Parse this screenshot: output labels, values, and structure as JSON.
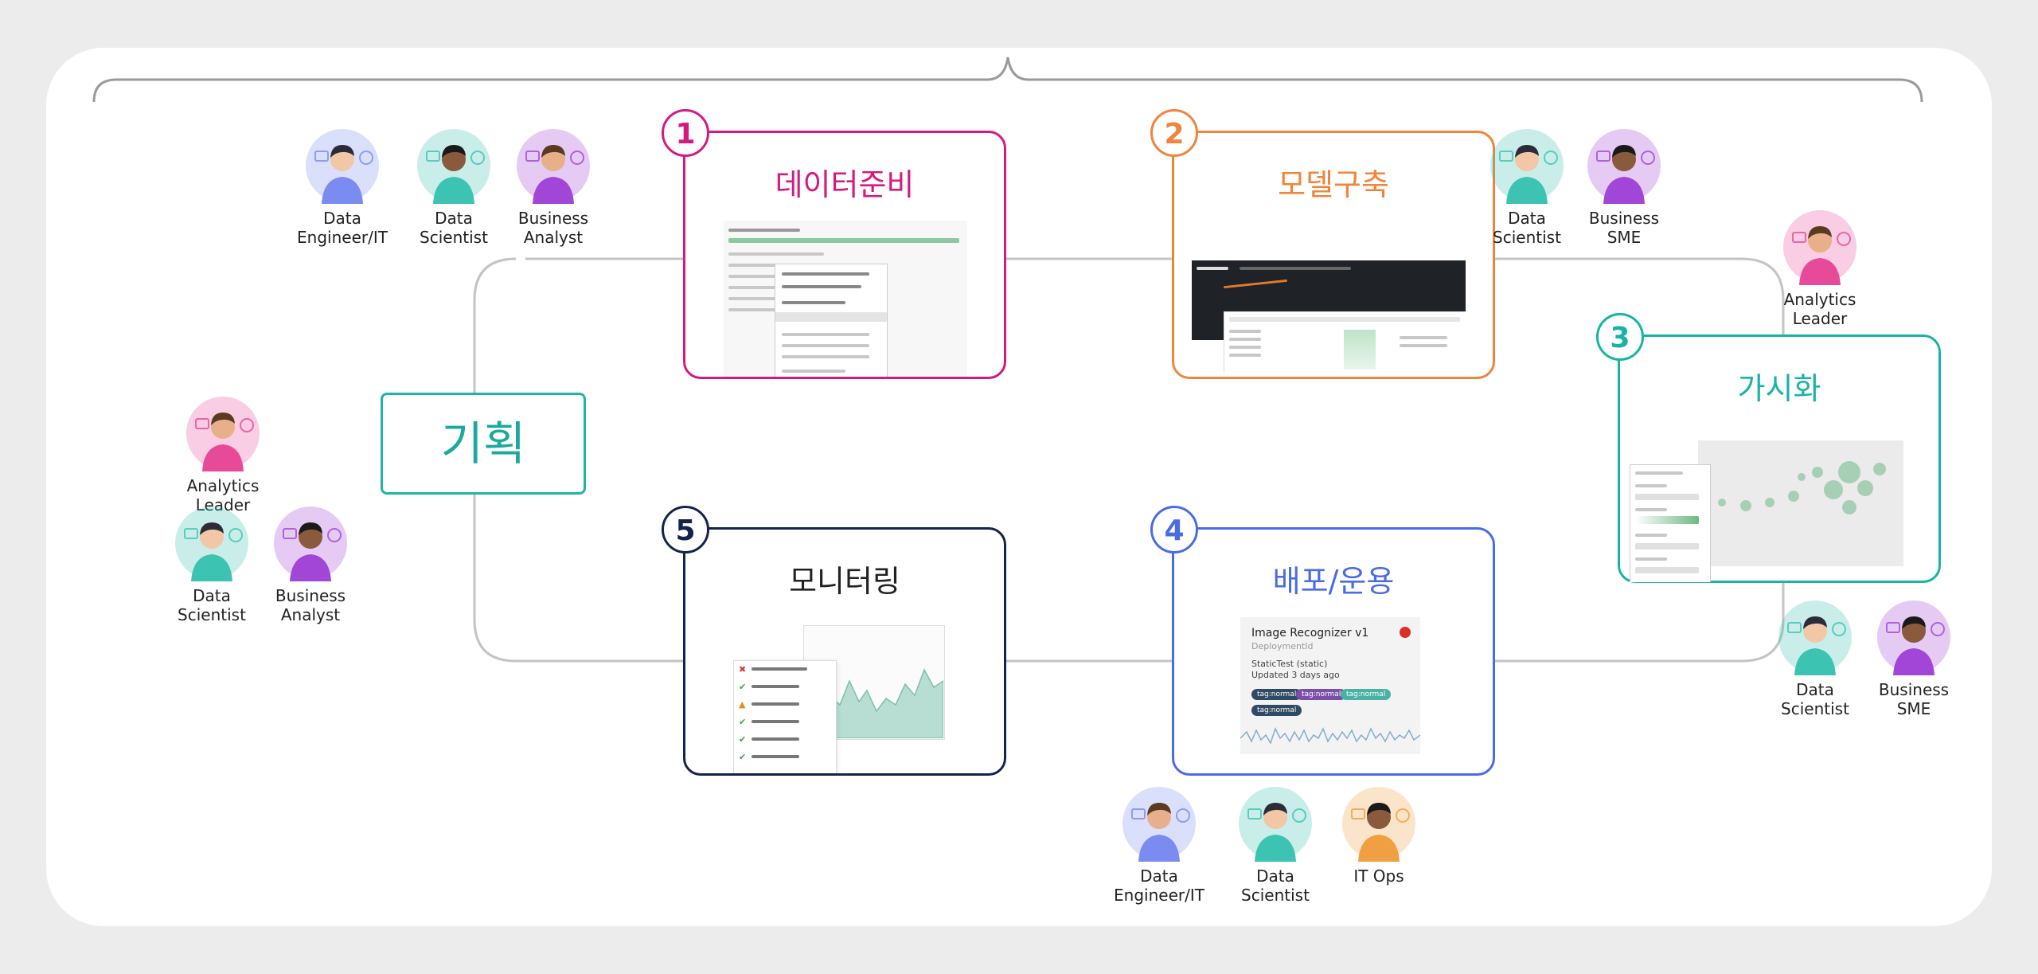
{
  "planning": {
    "label": "기획"
  },
  "steps": [
    {
      "number": "1",
      "title": "데이터준비",
      "color": "#d4197f"
    },
    {
      "number": "2",
      "title": "모델구축",
      "color": "#f0843a"
    },
    {
      "number": "3",
      "title": "가시화",
      "color": "#19b3a6"
    },
    {
      "number": "4",
      "title": "배포/운용",
      "color": "#4a6be6"
    },
    {
      "number": "5",
      "title": "모니터링",
      "color": "#14224e"
    }
  ],
  "persona_groups": {
    "prep": [
      {
        "line1": "Data",
        "line2": "Engineer/IT",
        "color": "#7a8cf0",
        "icon": "data-engineer-avatar"
      },
      {
        "line1": "Data",
        "line2": "Scientist",
        "color": "#3dc3b2",
        "icon": "data-scientist-avatar"
      },
      {
        "line1": "Business",
        "line2": "Analyst",
        "color": "#a246d8",
        "icon": "business-analyst-avatar"
      }
    ],
    "model": [
      {
        "line1": "Data",
        "line2": "Scientist",
        "color": "#3dc3b2",
        "icon": "data-scientist-avatar"
      },
      {
        "line1": "Business",
        "line2": "SME",
        "color": "#a246d8",
        "icon": "business-sme-avatar"
      }
    ],
    "viz_top": [
      {
        "line1": "Analytics Leader",
        "line2": "",
        "color": "#e84a9a",
        "icon": "analytics-leader-avatar"
      }
    ],
    "viz_bottom": [
      {
        "line1": "Data",
        "line2": "Scientist",
        "color": "#3dc3b2",
        "icon": "data-scientist-avatar"
      },
      {
        "line1": "Business",
        "line2": "SME",
        "color": "#a246d8",
        "icon": "business-sme-avatar"
      }
    ],
    "deploy": [
      {
        "line1": "Data",
        "line2": "Engineer/IT",
        "color": "#7a8cf0",
        "icon": "data-engineer-avatar"
      },
      {
        "line1": "Data",
        "line2": "Scientist",
        "color": "#3dc3b2",
        "icon": "data-scientist-avatar"
      },
      {
        "line1": "IT Ops",
        "line2": "",
        "color": "#f0a042",
        "icon": "it-ops-avatar"
      }
    ],
    "plan": [
      {
        "line1": "Analytics Leader",
        "line2": "",
        "color": "#e84a9a",
        "icon": "analytics-leader-avatar"
      },
      {
        "line1": "Data",
        "line2": "Scientist",
        "color": "#3dc3b2",
        "icon": "data-scientist-avatar"
      },
      {
        "line1": "Business",
        "line2": "Analyst",
        "color": "#a246d8",
        "icon": "business-analyst-avatar"
      }
    ]
  },
  "deploy_card": {
    "title": "Image Recognizer v1",
    "subtitle": "DeploymentId",
    "line1": "StaticTest (static)",
    "line2": "Updated 3 days ago",
    "tags": [
      "tag:normal",
      "tag:normal",
      "tag:normal",
      "tag:normal"
    ]
  },
  "colors": {
    "line": "#c4c4c4",
    "bracket": "#9a9a9a"
  }
}
